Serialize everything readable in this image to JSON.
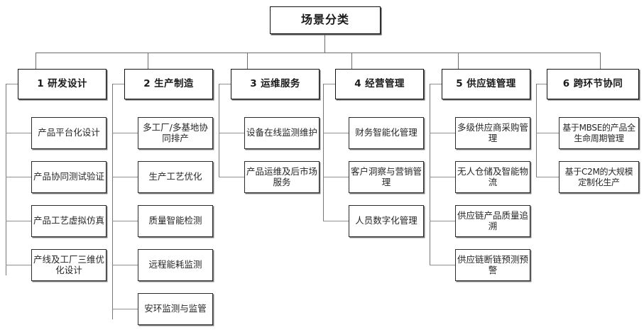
{
  "diagram": {
    "title": "场景分类",
    "type": "organization-tree",
    "root": {
      "id": "root",
      "label": "场景分类"
    },
    "categories": [
      {
        "index": "1",
        "id": "cat-1",
        "label": "1 研发设计",
        "items": [
          {
            "id": "cat-1-item-1",
            "label": "产品平台化设计"
          },
          {
            "id": "cat-1-item-2",
            "label": "产品协同测试验证"
          },
          {
            "id": "cat-1-item-3",
            "label": "产品工艺虚拟仿真"
          },
          {
            "id": "cat-1-item-4",
            "label": "产线及工厂三维优化设计"
          }
        ]
      },
      {
        "index": "2",
        "id": "cat-2",
        "label": "2 生产制造",
        "items": [
          {
            "id": "cat-2-item-1",
            "label": "多工厂/多基地协同排产"
          },
          {
            "id": "cat-2-item-2",
            "label": "生产工艺优化"
          },
          {
            "id": "cat-2-item-3",
            "label": "质量智能检测"
          },
          {
            "id": "cat-2-item-4",
            "label": "远程能耗监测"
          },
          {
            "id": "cat-2-item-5",
            "label": "安环监测与监管"
          }
        ]
      },
      {
        "index": "3",
        "id": "cat-3",
        "label": "3 运维服务",
        "items": [
          {
            "id": "cat-3-item-1",
            "label": "设备在线监测维护"
          },
          {
            "id": "cat-3-item-2",
            "label": "产品运维及后市场服务"
          }
        ]
      },
      {
        "index": "4",
        "id": "cat-4",
        "label": "4 经营管理",
        "items": [
          {
            "id": "cat-4-item-1",
            "label": "财务智能化管理"
          },
          {
            "id": "cat-4-item-2",
            "label": "客户洞察与营销管理"
          },
          {
            "id": "cat-4-item-3",
            "label": "人员数字化管理"
          }
        ]
      },
      {
        "index": "5",
        "id": "cat-5",
        "label": "5 供应链管理",
        "items": [
          {
            "id": "cat-5-item-1",
            "label": "多级供应商采购管理"
          },
          {
            "id": "cat-5-item-2",
            "label": "无人仓储及智能物流"
          },
          {
            "id": "cat-5-item-3",
            "label": "供应链产品质量追溯"
          },
          {
            "id": "cat-5-item-4",
            "label": "供应链断链预测预警"
          }
        ]
      },
      {
        "index": "6",
        "id": "cat-6",
        "label": "6 跨环节协同",
        "items": [
          {
            "id": "cat-6-item-1",
            "label": "基于MBSE的产品全生命周期管理"
          },
          {
            "id": "cat-6-item-2",
            "label": "基于C2M的大规模定制化生产"
          }
        ]
      }
    ]
  },
  "colors": {
    "background": "#ffffff",
    "box_fill": "#ffffff",
    "box_border": "#121212",
    "leaf_border": "#2b2b2b",
    "connector": "#8f8f8f",
    "text": "#1a1a1a"
  }
}
